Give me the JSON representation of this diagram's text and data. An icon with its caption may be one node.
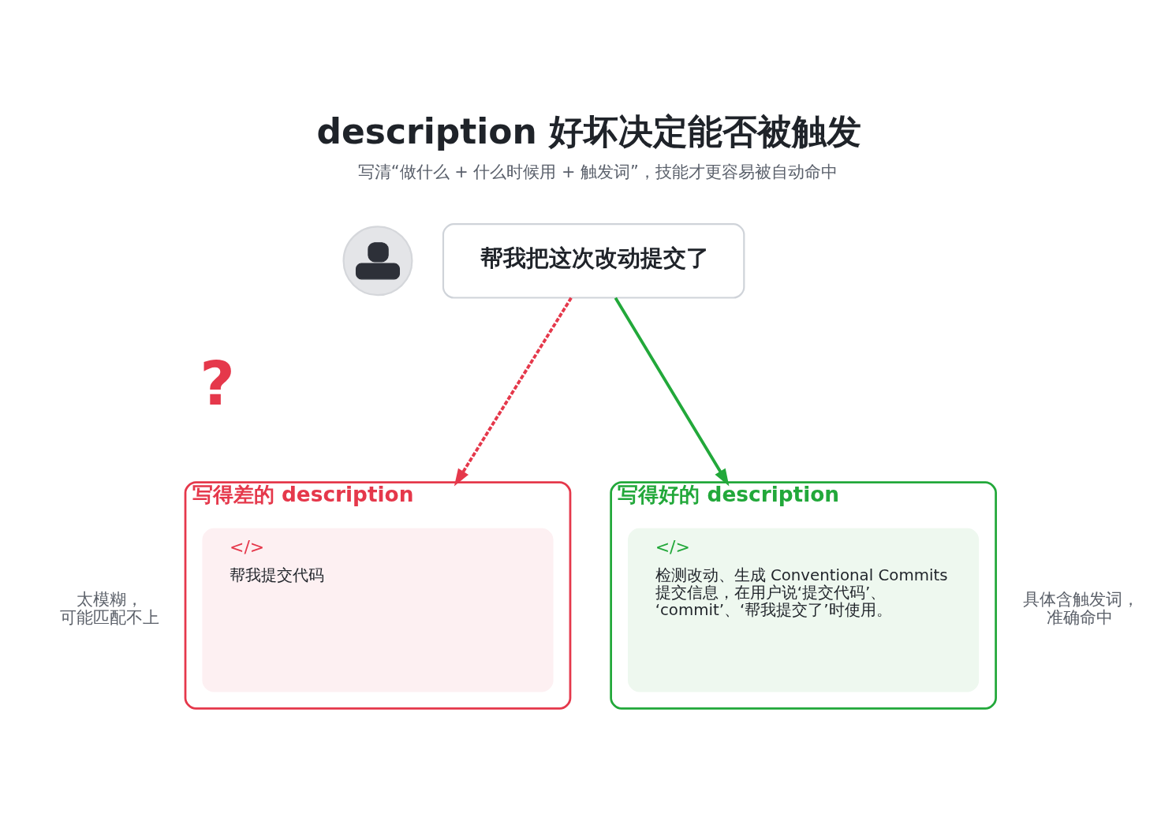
{
  "diagram": {
    "title": "description 好坏决定能否被触发",
    "nodes": [
      {
        "text": [],
        "shape": "person"
      },
      {
        "text": [
          "帮我把这次改动提交了"
        ]
      },
      {
        "text": [
          "写得差的 description"
        ],
        "beside": [
          "太模糊，可能匹配不上"
        ]
      },
      {
        "text": [
          "</>",
          "帮我提交代码"
        ],
        "in": 2
      },
      {
        "text": [
          "写得好的 description"
        ],
        "beside": [
          "具体含触发词，准确命中"
        ]
      },
      {
        "text": [
          "</>",
          "检测改动、生成 Conventional Commits提交信息，在用户说‘提交代码’、‘commit’、‘帮我提交了’时使用。"
        ],
        "in": 4
      }
    ],
    "edges": [
      {
        "from": 1,
        "to": 2,
        "arrow": "to",
        "style": "dashed",
        "color": "#e5384b"
      },
      {
        "from": 1,
        "to": 4,
        "arrow": "to",
        "color": "#22a83a"
      }
    ],
    "labels": [
      "写清“做什么 + 什么时候用 + 触发词”，技能才更容易被自动命中",
      "?"
    ]
  }
}
